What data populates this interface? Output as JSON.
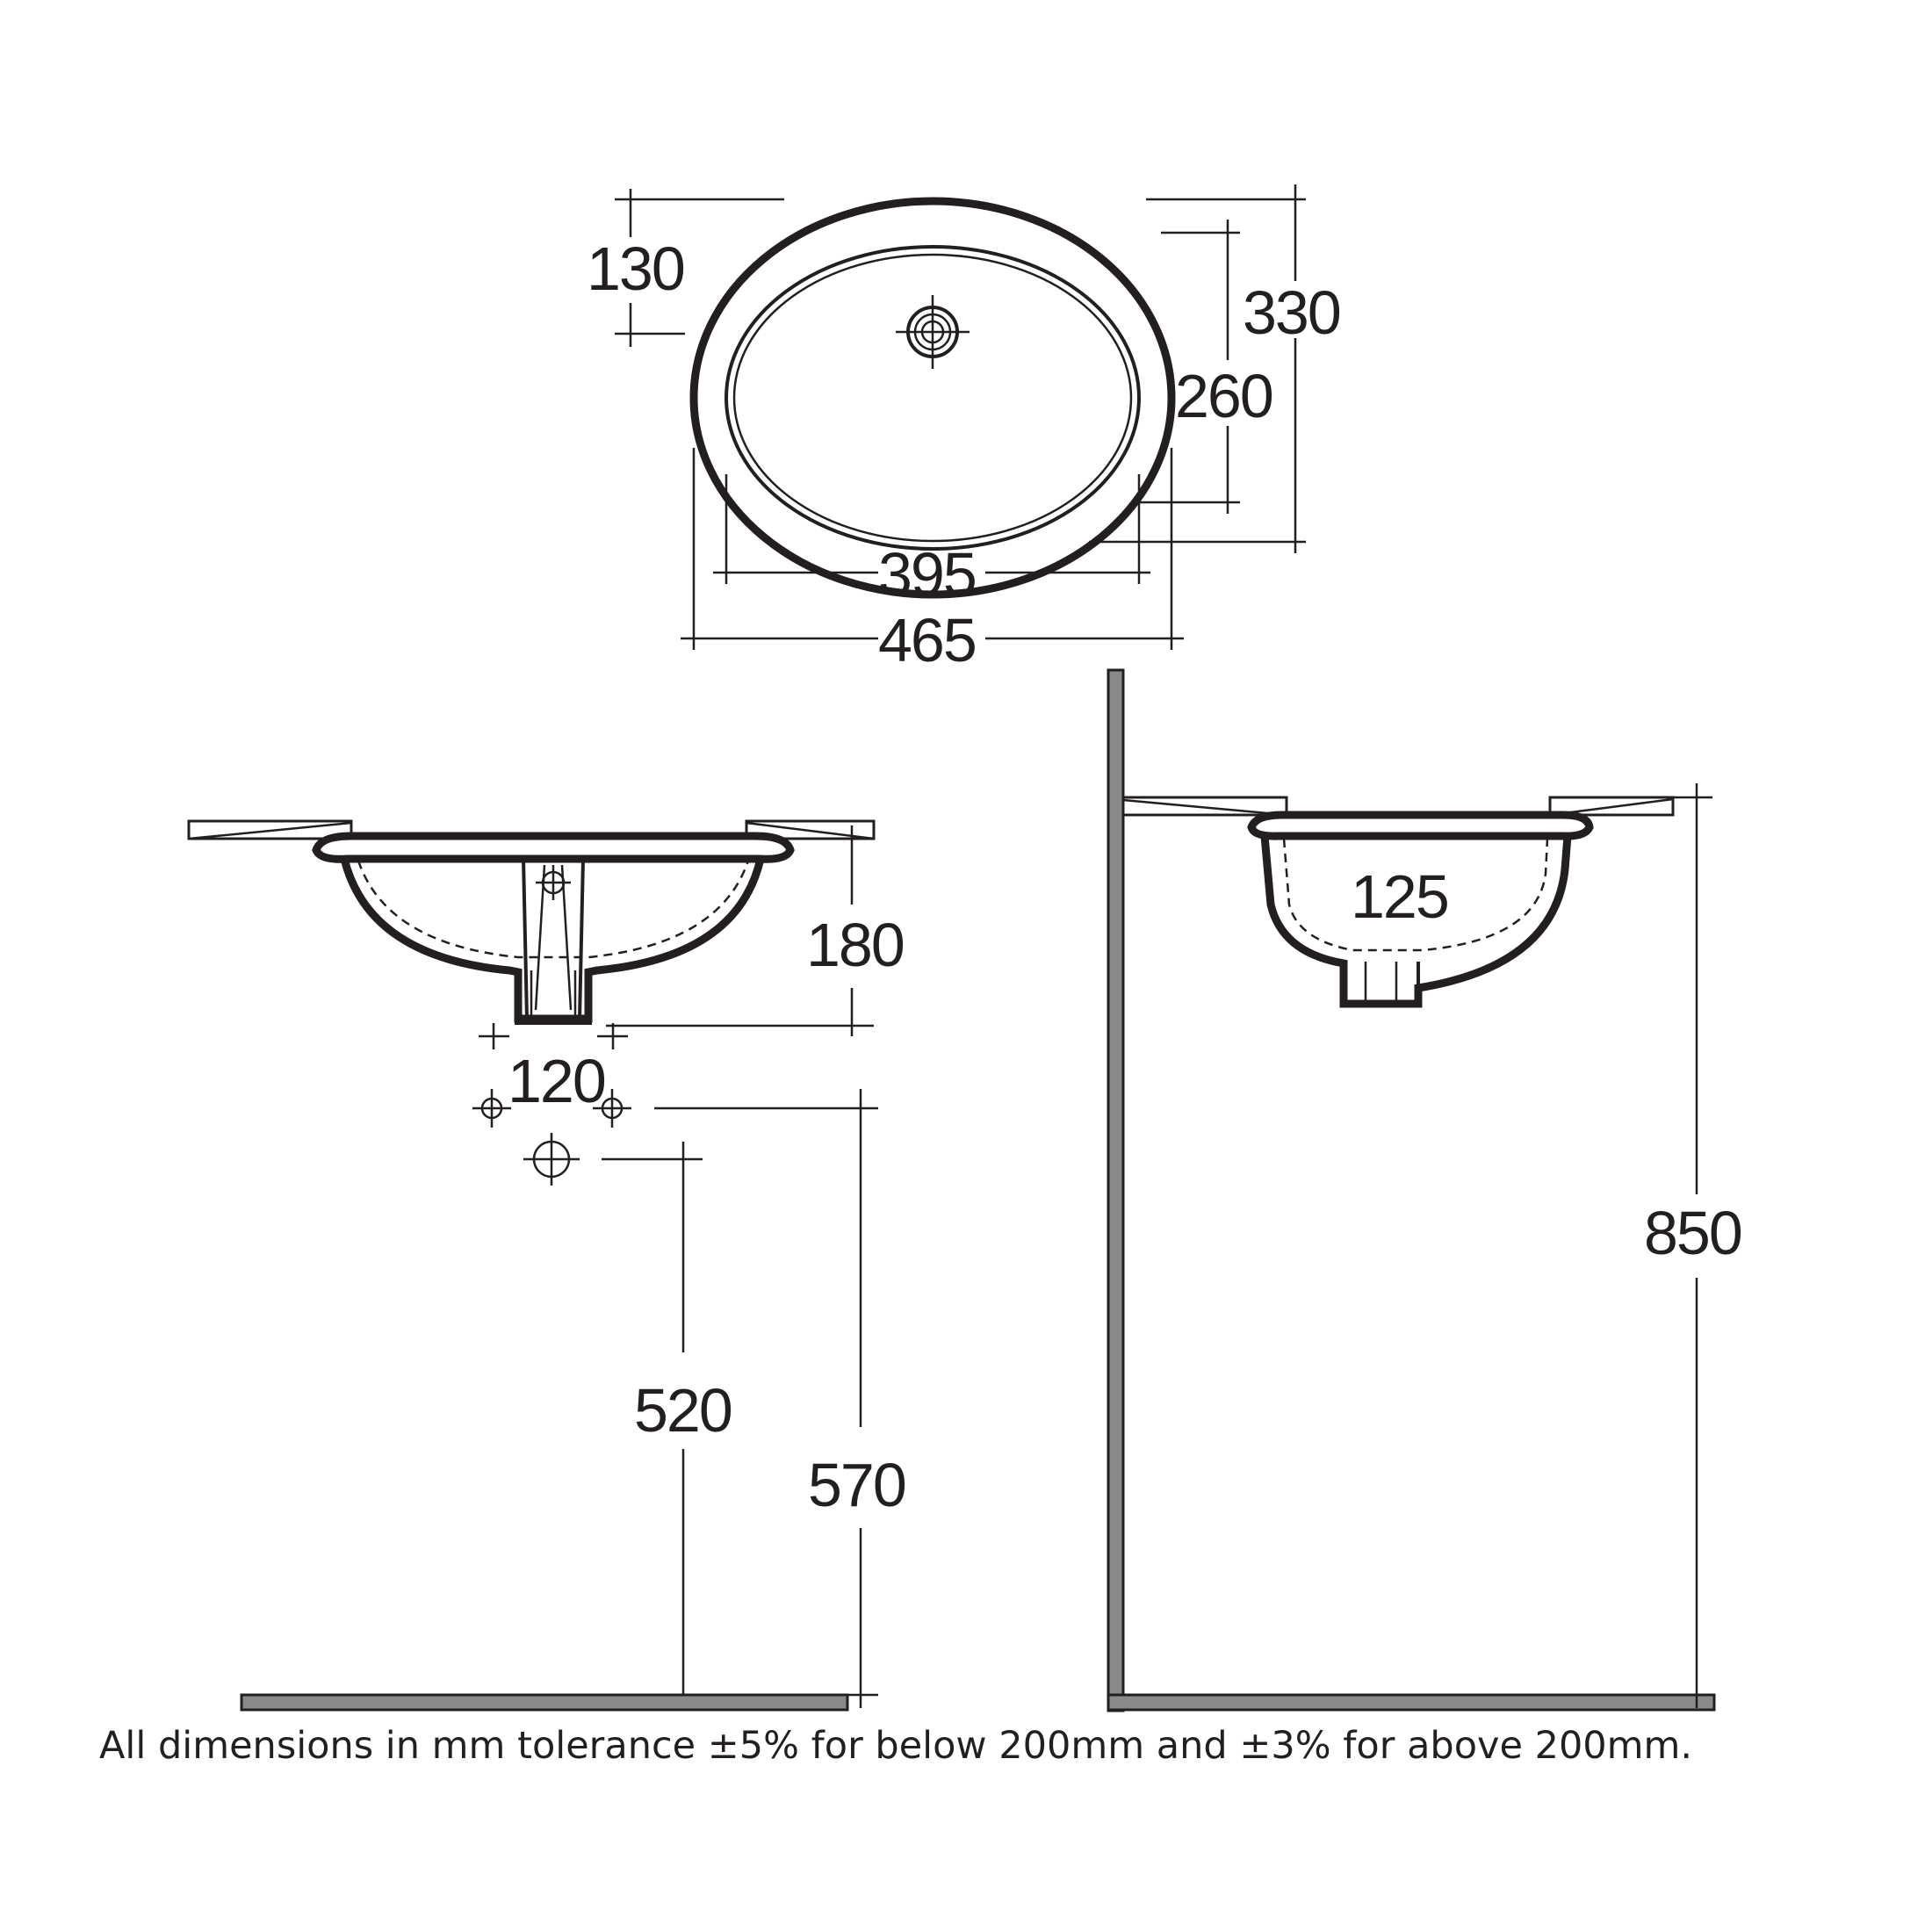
{
  "dimensions": {
    "d130": "130",
    "d330": "330",
    "d260": "260",
    "d395": "395",
    "d465": "465",
    "d180": "180",
    "d120": "120",
    "d125": "125",
    "d850": "850",
    "d520": "520",
    "d570": "570"
  },
  "note": "All dimensions in mm tolerance ±5% for below 200mm and ±3% for above 200mm.",
  "colors": {
    "line": "#231f20",
    "floor": "#8a8a8a"
  }
}
